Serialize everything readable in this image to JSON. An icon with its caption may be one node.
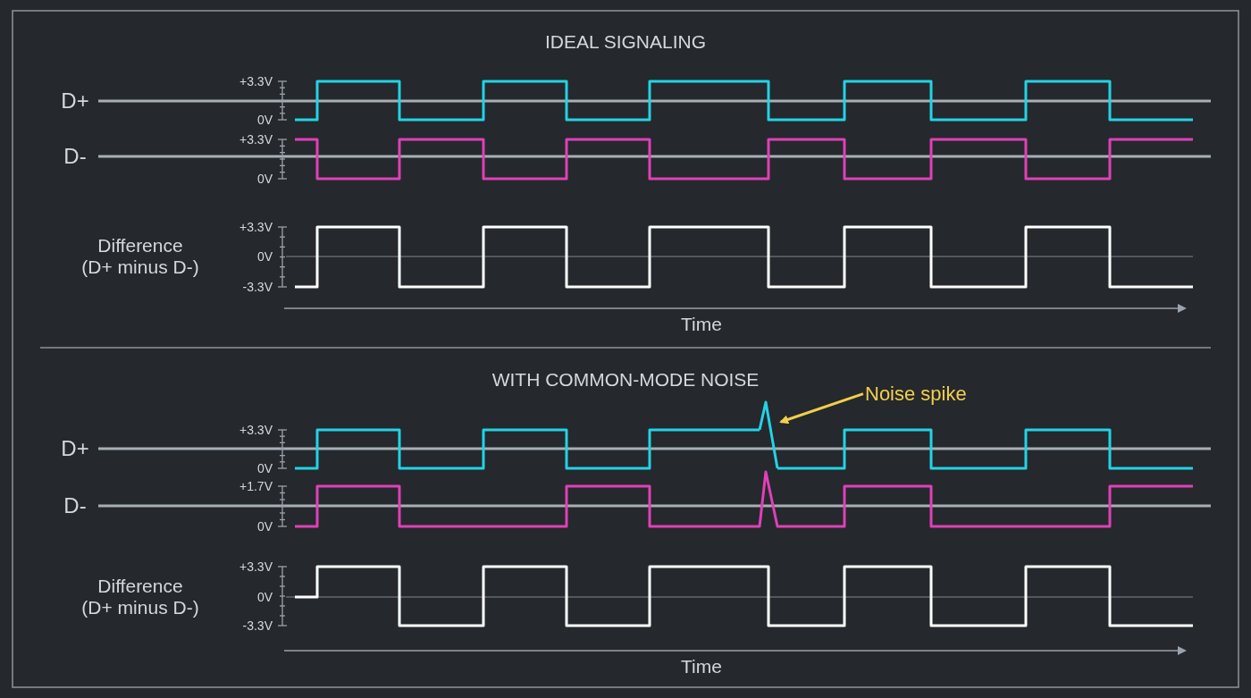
{
  "diagram": {
    "nodes": [
      {
        "text": [
          "Noise spike"
        ]
      },
      {
        "text": [],
        "shape": "spike"
      }
    ],
    "edges": [
      {
        "from": 0,
        "to": 1,
        "arrow": "to"
      }
    ],
    "labels": [
      "IDEAL SIGNALING",
      "D+",
      "+3.3V",
      "0V",
      "D-",
      "+3.3V",
      "0V",
      "Difference (D+ minus D-)",
      "+3.3V",
      "0V",
      "-3.3V",
      "Time",
      "WITH COMMON-MODE NOISE",
      "D+",
      "+3.3V",
      "0V",
      "D-",
      "+1.7V",
      "0V",
      "Difference (D+ minus D-)",
      "+3.3V",
      "0V",
      "-3.3V",
      "Time"
    ]
  }
}
